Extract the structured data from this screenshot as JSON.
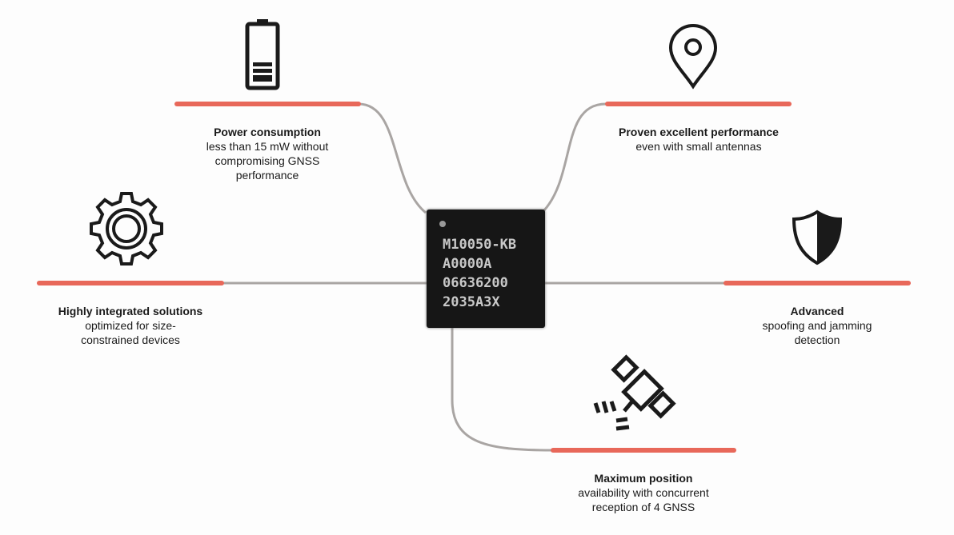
{
  "features": {
    "power": {
      "title": "Power consumption",
      "desc": [
        "less than 15 mW without",
        "compromising GNSS",
        "performance"
      ],
      "icon": "battery-icon"
    },
    "performance": {
      "title": "Proven excellent performance",
      "desc": [
        "even with small antennas"
      ],
      "icon": "location-pin-icon"
    },
    "integration": {
      "title": "Highly integrated solutions",
      "desc": [
        "optimized for size-",
        "constrained devices"
      ],
      "icon": "gear-icon"
    },
    "security": {
      "title": "Advanced",
      "desc": [
        "spoofing and jamming",
        "detection"
      ],
      "icon": "shield-icon"
    },
    "availability": {
      "title": "Maximum position",
      "desc": [
        "availability with concurrent",
        "reception of 4 GNSS"
      ],
      "icon": "satellite-icon"
    }
  },
  "chip": {
    "lines": [
      "M10050-KB",
      "A0000A",
      "06636200",
      "2035A3X"
    ]
  },
  "colors": {
    "accent": "#e8685a",
    "connector": "#a9a5a3"
  }
}
